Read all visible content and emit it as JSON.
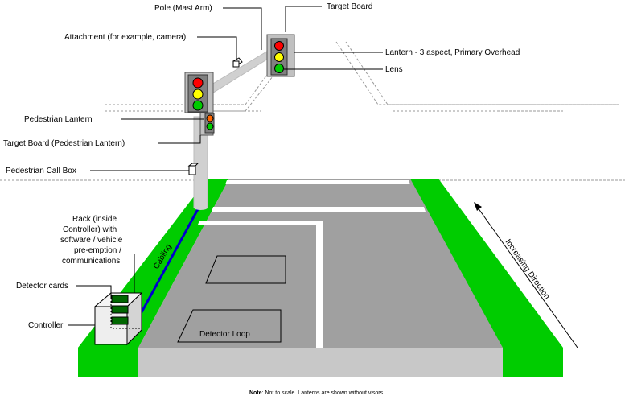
{
  "labels": {
    "pole": "Pole (Mast Arm)",
    "target_board": "Target Board",
    "attachment": "Attachment (for example, camera)",
    "lantern_primary": "Lantern - 3 aspect, Primary Overhead",
    "lens": "Lens",
    "pedestrian_lantern": "Pedestrian Lantern",
    "target_board_ped": "Target Board (Pedestrian Lantern)",
    "pedestrian_call_box": "Pedestrian Call Box",
    "rack_lines": [
      "Rack (inside",
      "Controller) with",
      "software / vehicle",
      "pre-emption /",
      "communications"
    ],
    "detector_cards": "Detector cards",
    "controller": "Controller",
    "cabling": "Cabling",
    "detector_loop": "Detector Loop",
    "increasing_direction": "Increasing Direction"
  },
  "note": {
    "bold": "Note",
    "text": ": Not to scale. Lanterns are shown without visors."
  },
  "colors": {
    "grass": "#00cc00",
    "road": "#a0a0a0",
    "road_edge": "#c8c8c8",
    "pole": "#d0d0d0",
    "cabling": "#0000cc",
    "red": "#ff0000",
    "yellow": "#ffff00",
    "green": "#00cc00"
  }
}
